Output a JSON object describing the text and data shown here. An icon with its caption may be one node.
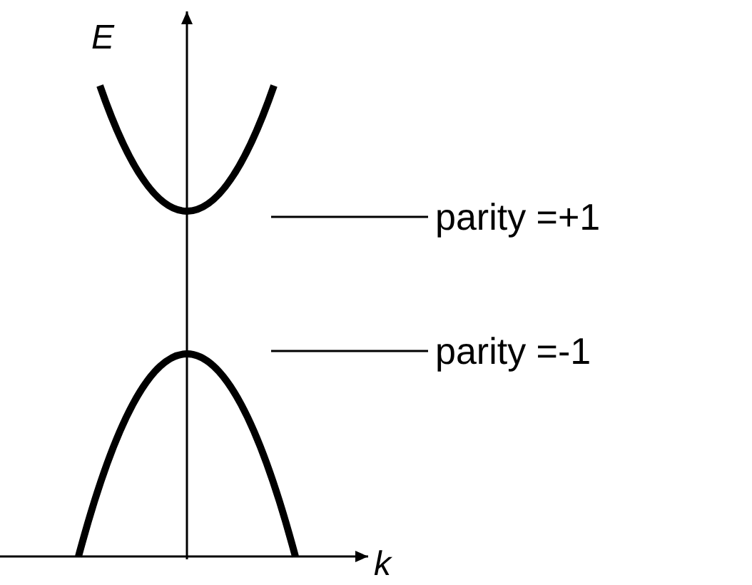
{
  "diagram": {
    "nodes": [
      {
        "text": [
          "parity =+1"
        ]
      },
      {
        "text": [
          "parity =-1"
        ]
      },
      {
        "text": [],
        "shape": "picture"
      },
      {
        "text": [],
        "shape": "picture"
      }
    ],
    "edges": [
      {
        "from": 0,
        "to": 2,
        "arrow": "none"
      },
      {
        "from": 1,
        "to": 3,
        "arrow": "none"
      }
    ],
    "labels": [
      "E",
      "k"
    ]
  }
}
